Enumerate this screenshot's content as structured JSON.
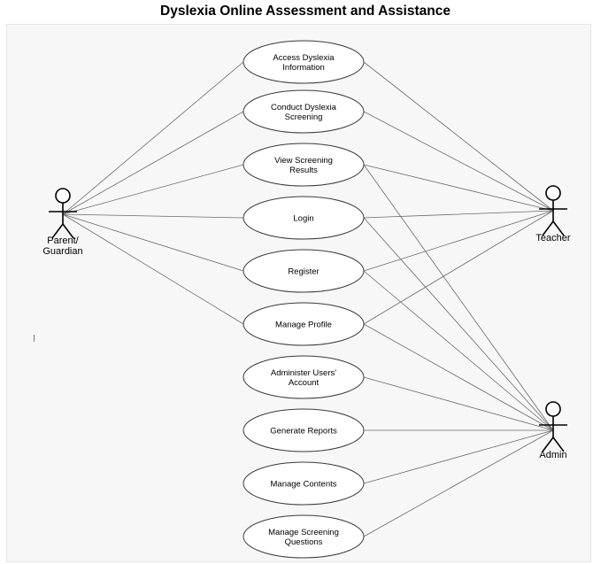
{
  "title": "Dyslexia Online Assessment and Assistance",
  "actors": [
    {
      "id": "parent",
      "lines": [
        "Parent/",
        "Guardian"
      ]
    },
    {
      "id": "teacher",
      "lines": [
        "Teacher"
      ]
    },
    {
      "id": "admin",
      "lines": [
        "Admin"
      ]
    }
  ],
  "use_cases": [
    {
      "id": "access-info",
      "lines": [
        "Access Dyslexia",
        "Information"
      ]
    },
    {
      "id": "conduct-screening",
      "lines": [
        "Conduct Dyslexia",
        "Screening"
      ]
    },
    {
      "id": "view-results",
      "lines": [
        "View Screening",
        "Results"
      ]
    },
    {
      "id": "login",
      "lines": [
        "Login"
      ]
    },
    {
      "id": "register",
      "lines": [
        "Register"
      ]
    },
    {
      "id": "manage-profile",
      "lines": [
        "Manage Profile"
      ]
    },
    {
      "id": "administer-accounts",
      "lines": [
        "Administer Users'",
        "Account"
      ]
    },
    {
      "id": "generate-reports",
      "lines": [
        "Generate Reports"
      ]
    },
    {
      "id": "manage-contents",
      "lines": [
        "Manage Contents"
      ]
    },
    {
      "id": "manage-questions",
      "lines": [
        "Manage Screening",
        "Questions"
      ]
    }
  ],
  "associations": [
    [
      "parent",
      "access-info"
    ],
    [
      "parent",
      "conduct-screening"
    ],
    [
      "parent",
      "view-results"
    ],
    [
      "parent",
      "login"
    ],
    [
      "parent",
      "register"
    ],
    [
      "parent",
      "manage-profile"
    ],
    [
      "teacher",
      "access-info"
    ],
    [
      "teacher",
      "conduct-screening"
    ],
    [
      "teacher",
      "view-results"
    ],
    [
      "teacher",
      "login"
    ],
    [
      "teacher",
      "register"
    ],
    [
      "teacher",
      "manage-profile"
    ],
    [
      "admin",
      "view-results"
    ],
    [
      "admin",
      "login"
    ],
    [
      "admin",
      "register"
    ],
    [
      "admin",
      "manage-profile"
    ],
    [
      "admin",
      "administer-accounts"
    ],
    [
      "admin",
      "generate-reports"
    ],
    [
      "admin",
      "manage-contents"
    ],
    [
      "admin",
      "manage-questions"
    ]
  ]
}
